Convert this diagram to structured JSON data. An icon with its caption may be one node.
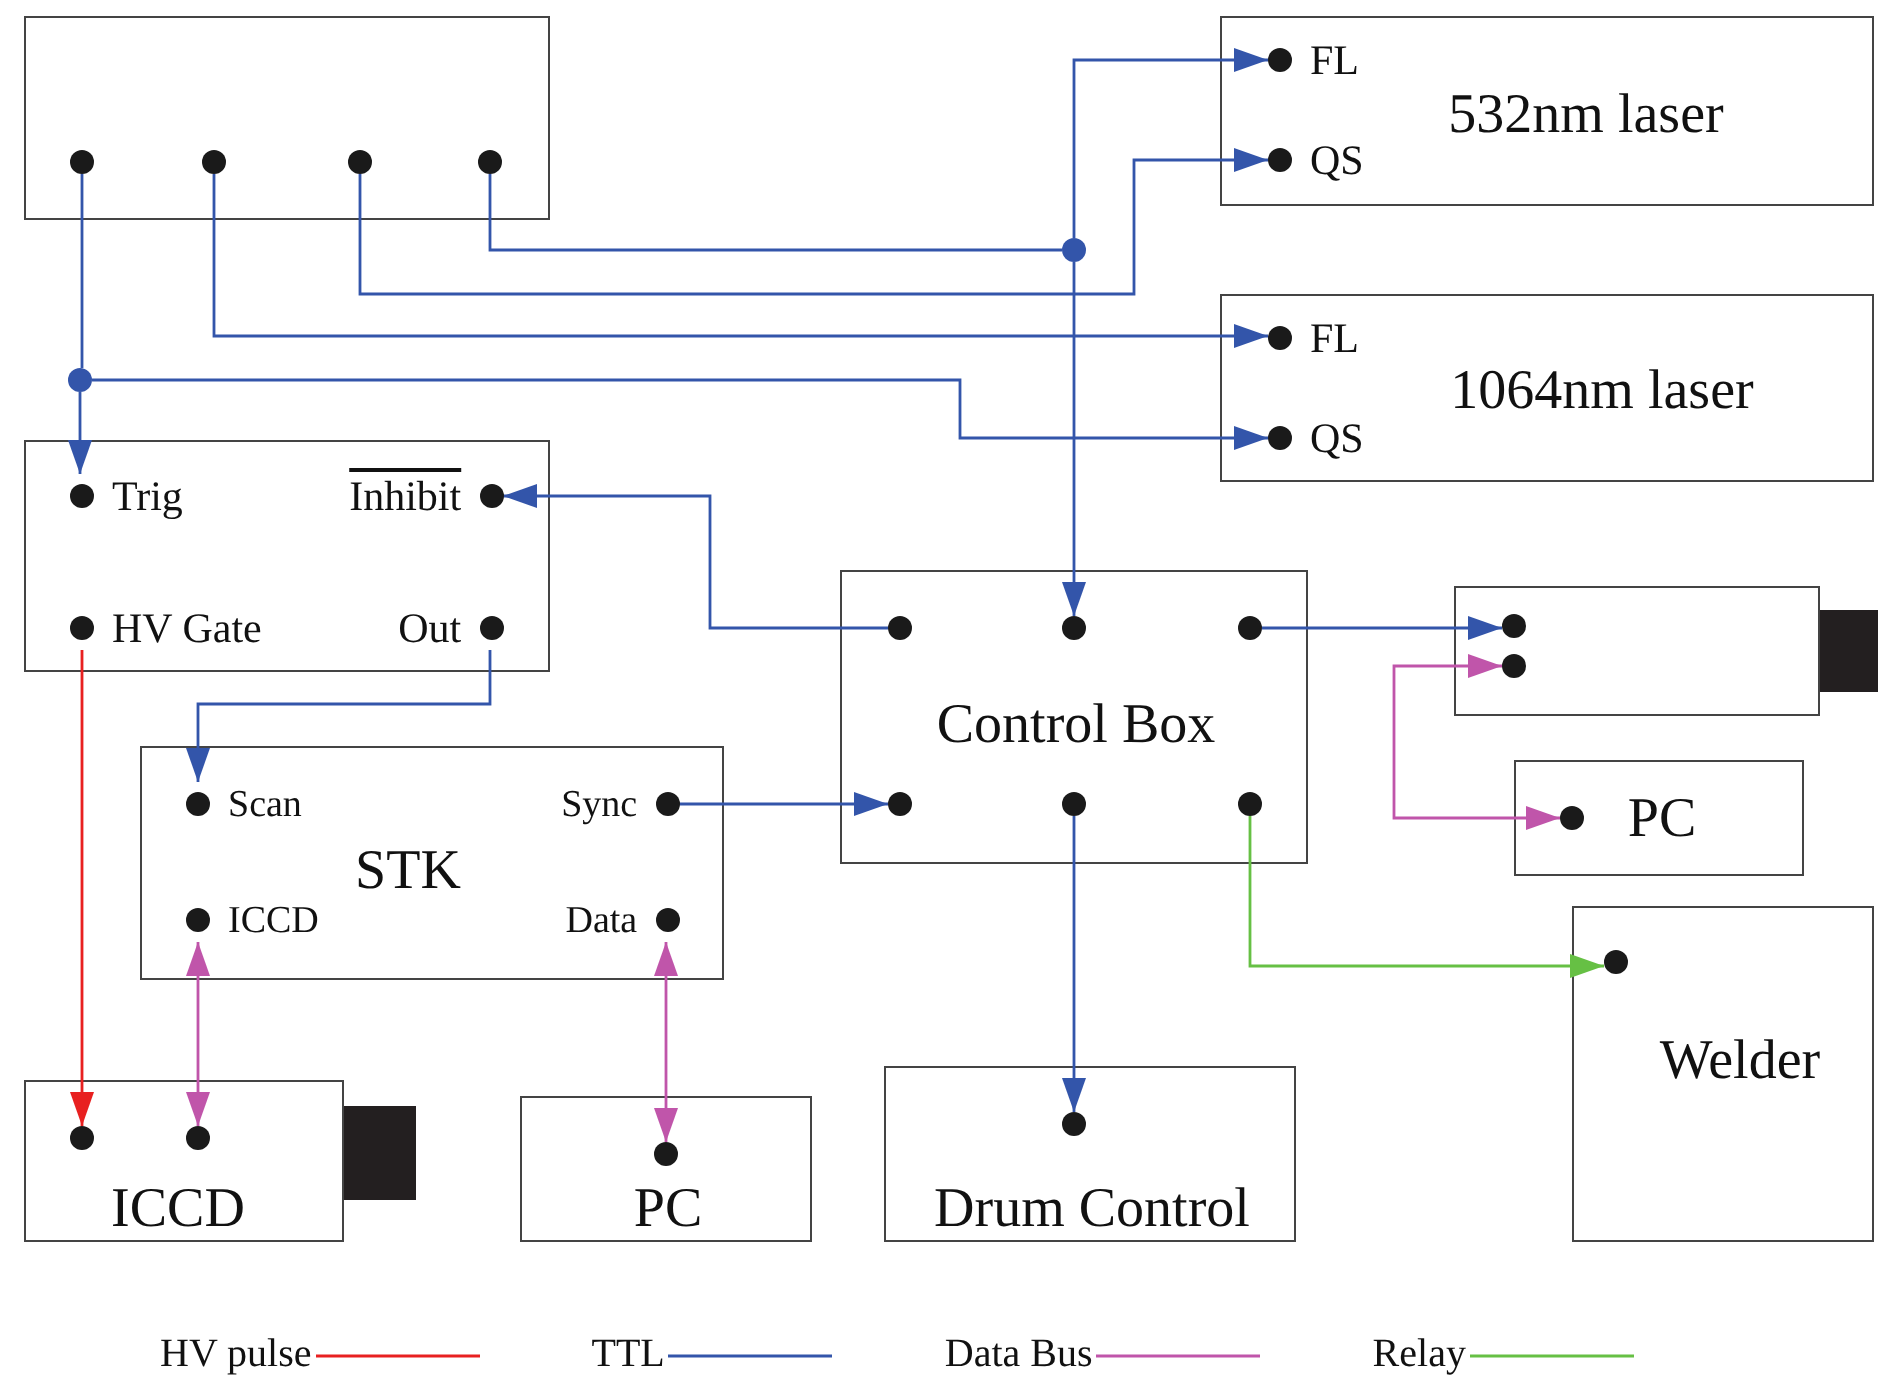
{
  "diagram": {
    "nodes": [
      {
        "text": [],
        "shape": "box"
      },
      {
        "text": [],
        "shape": "circle",
        "in": 0
      },
      {
        "text": [],
        "shape": "circle",
        "in": 0
      },
      {
        "text": [],
        "shape": "circle",
        "in": 0
      },
      {
        "text": [],
        "shape": "circle",
        "in": 0
      },
      {
        "text": [
          "532nm laser"
        ]
      },
      {
        "text": [
          "FL"
        ],
        "in": 5
      },
      {
        "text": [
          "QS"
        ],
        "in": 5
      },
      {
        "text": [
          "1064nm laser"
        ]
      },
      {
        "text": [
          "FL"
        ],
        "in": 8
      },
      {
        "text": [
          "QS"
        ],
        "in": 8
      },
      {
        "text": [],
        "shape": "circle"
      },
      {
        "text": [],
        "shape": "circle"
      },
      {
        "text": [],
        "shape": "box"
      },
      {
        "text": [
          "Trig"
        ],
        "in": 13
      },
      {
        "text": [
          "Inhibit"
        ],
        "in": 13
      },
      {
        "text": [
          "HV Gate"
        ],
        "in": 13
      },
      {
        "text": [
          "Out"
        ],
        "in": 13
      },
      {
        "text": [
          "Control Box"
        ]
      },
      {
        "text": [],
        "shape": "circle",
        "in": 18
      },
      {
        "text": [],
        "shape": "circle",
        "in": 18
      },
      {
        "text": [],
        "shape": "circle",
        "in": 18
      },
      {
        "text": [],
        "shape": "circle",
        "in": 18
      },
      {
        "text": [],
        "shape": "circle",
        "in": 18
      },
      {
        "text": [],
        "shape": "circle",
        "in": 18
      },
      {
        "text": [],
        "shape": "box"
      },
      {
        "text": [],
        "shape": "circle",
        "in": 25
      },
      {
        "text": [],
        "shape": "circle",
        "in": 25
      },
      {
        "text": [
          "PC"
        ]
      },
      {
        "text": [],
        "shape": "circle",
        "in": 28
      },
      {
        "text": [
          "STK"
        ]
      },
      {
        "text": [
          "Scan"
        ],
        "in": 30
      },
      {
        "text": [
          "Sync"
        ],
        "in": 30
      },
      {
        "text": [
          "ICCD"
        ],
        "in": 30
      },
      {
        "text": [
          "Data"
        ],
        "in": 30
      },
      {
        "text": [
          "Welder"
        ]
      },
      {
        "text": [],
        "shape": "circle",
        "in": 35
      },
      {
        "text": [
          "ICCD"
        ]
      },
      {
        "text": [],
        "shape": "circle",
        "in": 37
      },
      {
        "text": [],
        "shape": "circle",
        "in": 37
      },
      {
        "text": [
          "PC"
        ]
      },
      {
        "text": [],
        "shape": "circle",
        "in": 40
      },
      {
        "text": [
          "Drum Control"
        ]
      },
      {
        "text": [],
        "shape": "circle",
        "in": 42
      }
    ],
    "edges": [
      {
        "from": 1,
        "to": 12,
        "arrow": "none"
      },
      {
        "from": 12,
        "to": 14,
        "arrow": "to"
      },
      {
        "from": 12,
        "to": 10,
        "arrow": "to"
      },
      {
        "from": 2,
        "to": 9,
        "arrow": "to"
      },
      {
        "from": 3,
        "to": 7,
        "arrow": "to"
      },
      {
        "from": 4,
        "to": 11,
        "arrow": "none"
      },
      {
        "from": 11,
        "to": 6,
        "arrow": "to"
      },
      {
        "from": 11,
        "to": 20,
        "arrow": "to"
      },
      {
        "from": 19,
        "to": 15,
        "arrow": "to"
      },
      {
        "from": 17,
        "to": 31,
        "arrow": "to"
      },
      {
        "from": 32,
        "to": 22,
        "arrow": "to"
      },
      {
        "from": 21,
        "to": 26,
        "arrow": "to"
      },
      {
        "from": 27,
        "to": 29,
        "arrow": "both",
        "color": "#c055aa"
      },
      {
        "from": 24,
        "to": 36,
        "arrow": "to",
        "color": "#66c044"
      },
      {
        "from": 23,
        "to": 43,
        "arrow": "to"
      },
      {
        "from": 16,
        "to": 38,
        "arrow": "to",
        "color": "#e82020"
      },
      {
        "from": 33,
        "to": 39,
        "arrow": "both",
        "color": "#c055aa"
      },
      {
        "from": 34,
        "to": 41,
        "arrow": "both",
        "color": "#c055aa"
      }
    ],
    "legend": [
      {
        "text": "HV pulse",
        "color": "#e82020"
      },
      {
        "text": "TTL",
        "color": "#3355aa"
      },
      {
        "text": "Data Bus",
        "color": "#c055aa"
      },
      {
        "text": "Relay",
        "color": "#66c044"
      }
    ]
  }
}
